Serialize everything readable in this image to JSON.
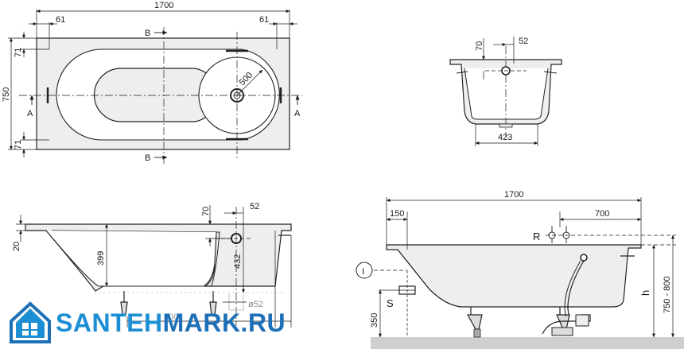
{
  "top_view": {
    "length": "1700",
    "offset_left": "61",
    "offset_right": "61",
    "width": "750",
    "rim_top": "71",
    "rim_bottom": "71",
    "diameter": "500",
    "section_b": "B",
    "section_a": "A"
  },
  "cross_section": {
    "overflow_height": "70",
    "overflow_offset": "52",
    "bottom_width": "423"
  },
  "side_section": {
    "rim": "20",
    "depth": "399",
    "overflow_height": "70",
    "overflow_offset": "52",
    "overflow_depth": "432",
    "drain_diameter": "ø52",
    "partial_dim": "500"
  },
  "install_view": {
    "length": "1700",
    "left_offset": "150",
    "right_offset": "700",
    "label_r": "R",
    "label_h": "h",
    "height_range": "750 - 800",
    "floor_height": "350",
    "label_s": "S",
    "label_i": "I"
  },
  "logo": {
    "part1": "SANTEH",
    "part2": "MARK.RU",
    "colors": {
      "blue": "#1c8ed4",
      "dark_blue": "#1d6fb8"
    }
  }
}
